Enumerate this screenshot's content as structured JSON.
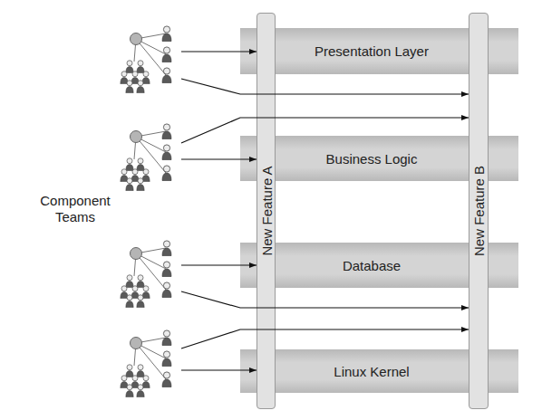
{
  "diagram": {
    "nodes": [
      {
        "text": [
          "Presentation Layer"
        ]
      },
      {
        "text": [
          "Business Logic"
        ]
      },
      {
        "text": [
          "Database"
        ]
      },
      {
        "text": [
          "Linux Kernel"
        ]
      },
      {
        "text": [
          "New Feature A"
        ]
      },
      {
        "text": [
          "New Feature B"
        ]
      }
    ],
    "labels": [
      "Component Teams"
    ]
  }
}
